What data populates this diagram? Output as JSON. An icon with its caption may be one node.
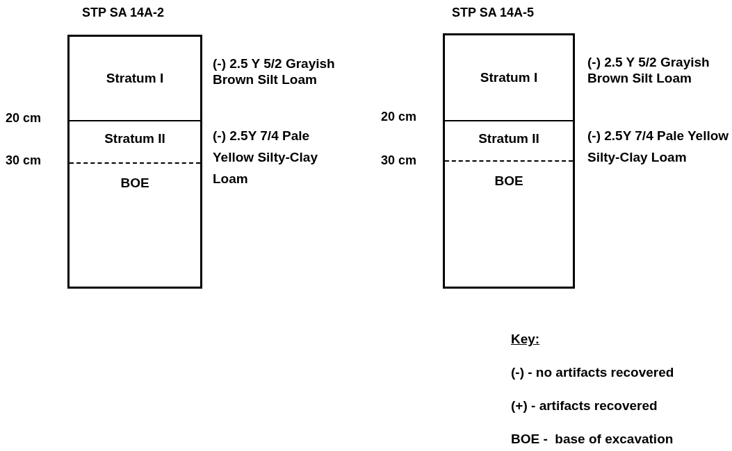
{
  "diagram": {
    "nodes": [
      {
        "text": [
          "STP SA 14A-2"
        ]
      },
      {
        "text": [
          "Stratum I"
        ],
        "in": 0,
        "beside": [
          "(-) 2.5 Y 5/2 Grayish Brown Silt Loam"
        ]
      },
      {
        "text": [
          "Stratum II"
        ],
        "in": 0,
        "beside": [
          "(-) 2.5Y 7/4 Pale Yellow Silty-Clay Loam"
        ]
      },
      {
        "text": [
          "BOE"
        ],
        "in": 0
      },
      {
        "text": [
          "STP SA 14A-5"
        ]
      },
      {
        "text": [
          "Stratum I"
        ],
        "in": 4,
        "beside": [
          "(-) 2.5 Y 5/2 Grayish Brown Silt Loam"
        ]
      },
      {
        "text": [
          "Stratum II"
        ],
        "in": 4,
        "beside": [
          "(-) 2.5Y 7/4 Pale Yellow Silty-Clay Loam"
        ]
      },
      {
        "text": [
          "BOE"
        ],
        "in": 4
      }
    ],
    "edges": [],
    "labels": [
      "20 cm",
      "30 cm",
      "20 cm",
      "30 cm",
      "Key:",
      "(-) - no artifacts recovered",
      "(+) - artifacts recovered",
      "BOE -  base of excavation"
    ]
  }
}
